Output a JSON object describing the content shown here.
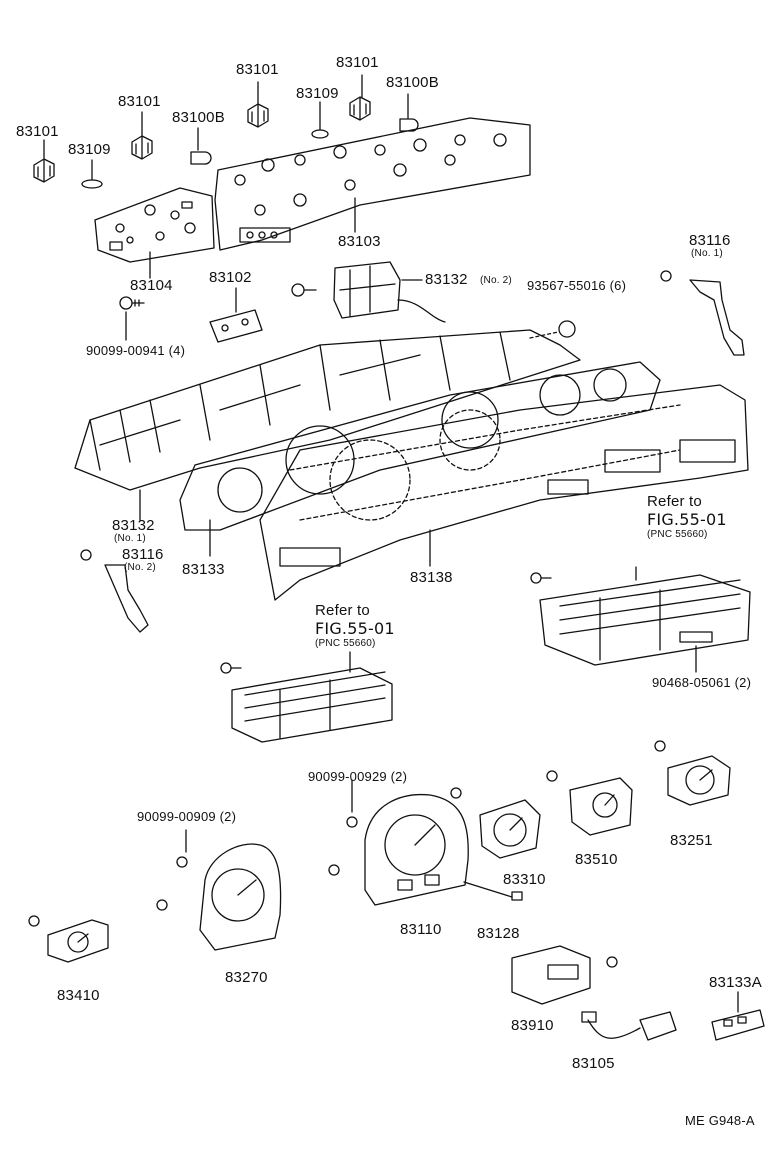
{
  "labels": {
    "p83101_a": "83101",
    "p83101_b": "83101",
    "p83101_c": "83101",
    "p83101_d": "83101",
    "p83109_a": "83109",
    "p83109_b": "83109",
    "p83100b_a": "83100B",
    "p83100b_b": "83100B",
    "p83103": "83103",
    "p83104": "83104",
    "p83102": "83102",
    "p83132_top": "83132",
    "p83132_top_note": "(No. 2)",
    "p93567": "93567-55016 (6)",
    "p83116_top": "83116",
    "p83116_top_note": "(No. 1)",
    "p90099_00941": "90099-00941 (4)",
    "p83132_left": "83132",
    "p83132_left_note": "(No. 1)",
    "p83116_left": "83116",
    "p83116_left_note": "(No. 2)",
    "p83133": "83133",
    "p83138": "83138",
    "ref1_line1": "Refer to",
    "ref1_line2": "FIG.55-01",
    "ref1_line3": "(PNC 55660)",
    "ref2_line1": "Refer to",
    "ref2_line2": "FIG.55-01",
    "ref2_line3": "(PNC 55660)",
    "p90468": "90468-05061 (2)",
    "p90099_00929": "90099-00929 (2)",
    "p90099_00909": "90099-00909 (2)",
    "p83251": "83251",
    "p83510": "83510",
    "p83310": "83310",
    "p83110": "83110",
    "p83128": "83128",
    "p83270": "83270",
    "p83410": "83410",
    "p83910": "83910",
    "p83105": "83105",
    "p83133a": "83133A",
    "footer": "ME  G948-A"
  }
}
